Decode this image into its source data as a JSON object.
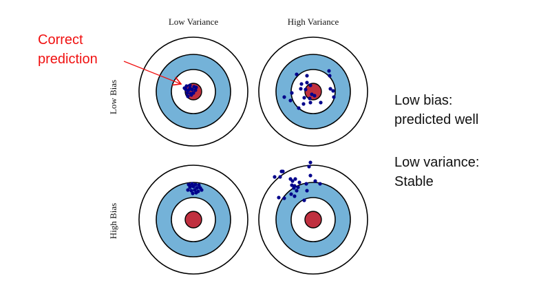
{
  "columns": {
    "low_variance": "Low Variance",
    "high_variance": "High Variance"
  },
  "rows": {
    "low_bias": "Low Bias",
    "high_bias": "High Bias"
  },
  "annotation": {
    "line1": "Correct",
    "line2": "prediction"
  },
  "notes": {
    "bias_line1": "Low bias:",
    "bias_line2": "predicted well",
    "variance_line1": "Low variance:",
    "variance_line2": "Stable"
  },
  "colors": {
    "ring_blue": "#74b2d8",
    "bullseye_red": "#c0303f",
    "dot": "#00008b",
    "annotation": "#f01010"
  }
}
